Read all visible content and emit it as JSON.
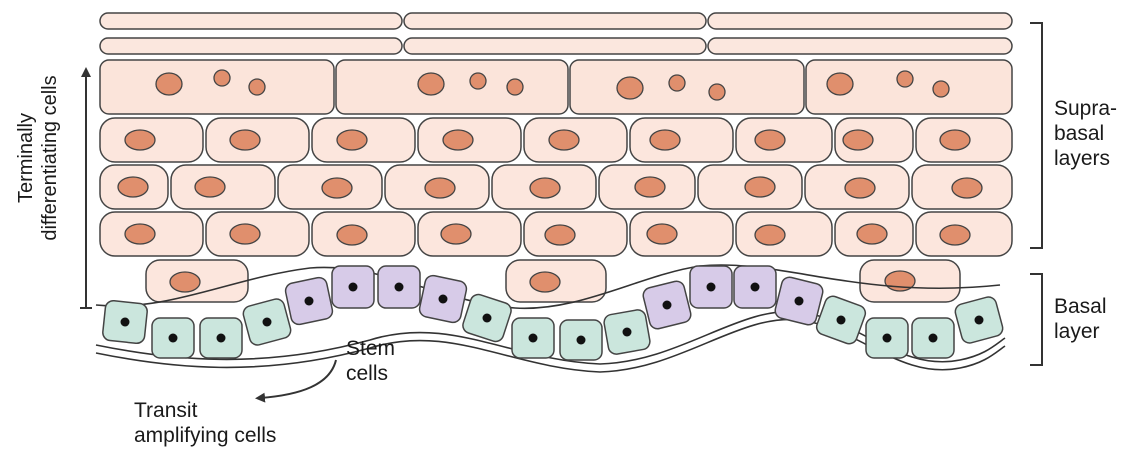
{
  "labels": {
    "suprabasal": [
      "Supra-",
      "basal",
      "layers"
    ],
    "basal": [
      "Basal",
      "layer"
    ],
    "stem": [
      "Stem",
      "cells"
    ],
    "transit": [
      "Transit",
      "amplifying cells"
    ],
    "terminal": [
      "Terminally",
      "differentiating cells"
    ]
  },
  "colors": {
    "suprabasal_fill": "#fce6dd",
    "nucleus": "#e08f6d",
    "stem_cell": "#d7cbe8",
    "transit_cell": "#cbe6dd",
    "outline": "#333333"
  }
}
